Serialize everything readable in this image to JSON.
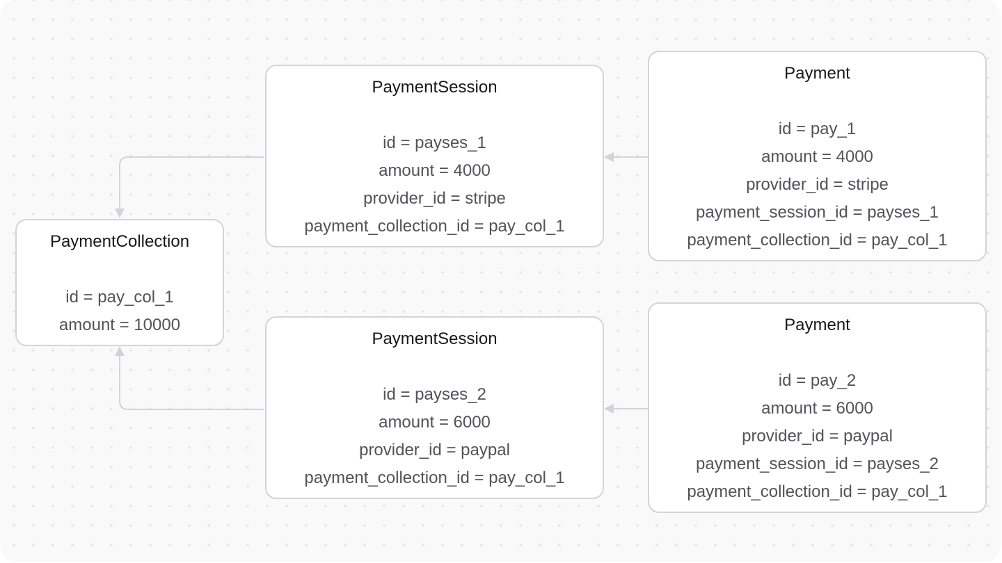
{
  "diagram": {
    "colors": {
      "background": "#f9f9fa",
      "dot": "#e4e4e7",
      "node_fill": "#ffffff",
      "node_border": "#d4d4d8",
      "edge": "#d4d4d8",
      "title_text": "#18181b",
      "field_text": "#52525b"
    },
    "nodes": {
      "payment_collection": {
        "title": "PaymentCollection",
        "fields": [
          "id = pay_col_1",
          "amount = 10000"
        ]
      },
      "payment_session_1": {
        "title": "PaymentSession",
        "fields": [
          "id = payses_1",
          "amount = 4000",
          "provider_id = stripe",
          "payment_collection_id = pay_col_1"
        ]
      },
      "payment_session_2": {
        "title": "PaymentSession",
        "fields": [
          "id = payses_2",
          "amount = 6000",
          "provider_id = paypal",
          "payment_collection_id = pay_col_1"
        ]
      },
      "payment_1": {
        "title": "Payment",
        "fields": [
          "id = pay_1",
          "amount = 4000",
          "provider_id = stripe",
          "payment_session_id = payses_1",
          "payment_collection_id = pay_col_1"
        ]
      },
      "payment_2": {
        "title": "Payment",
        "fields": [
          "id = pay_2",
          "amount = 6000",
          "provider_id = paypal",
          "payment_session_id = payses_2",
          "payment_collection_id = pay_col_1"
        ]
      }
    },
    "edges": [
      {
        "from": "payment_session_1",
        "to": "payment_collection"
      },
      {
        "from": "payment_session_2",
        "to": "payment_collection"
      },
      {
        "from": "payment_1",
        "to": "payment_session_1"
      },
      {
        "from": "payment_2",
        "to": "payment_session_2"
      }
    ]
  }
}
